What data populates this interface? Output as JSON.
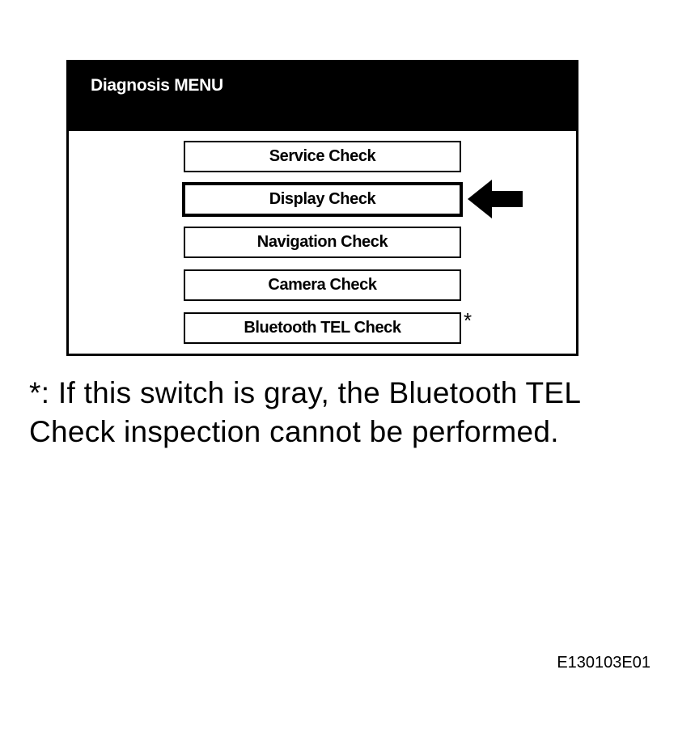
{
  "screen": {
    "title": "Diagnosis MENU",
    "buttons": [
      {
        "label": "Service Check"
      },
      {
        "label": "Display Check"
      },
      {
        "label": "Navigation Check"
      },
      {
        "label": "Camera Check"
      },
      {
        "label": "Bluetooth TEL Check"
      }
    ],
    "asterisk": "*",
    "selected_index": 1
  },
  "note": {
    "line1": "*: If this switch is gray, the Bluetooth TEL",
    "line2": "Check inspection cannot be performed."
  },
  "figure_code": "E130103E01",
  "icons": {
    "pointer": "arrow-left-icon"
  },
  "colors": {
    "ink": "#000000",
    "paper": "#ffffff"
  }
}
